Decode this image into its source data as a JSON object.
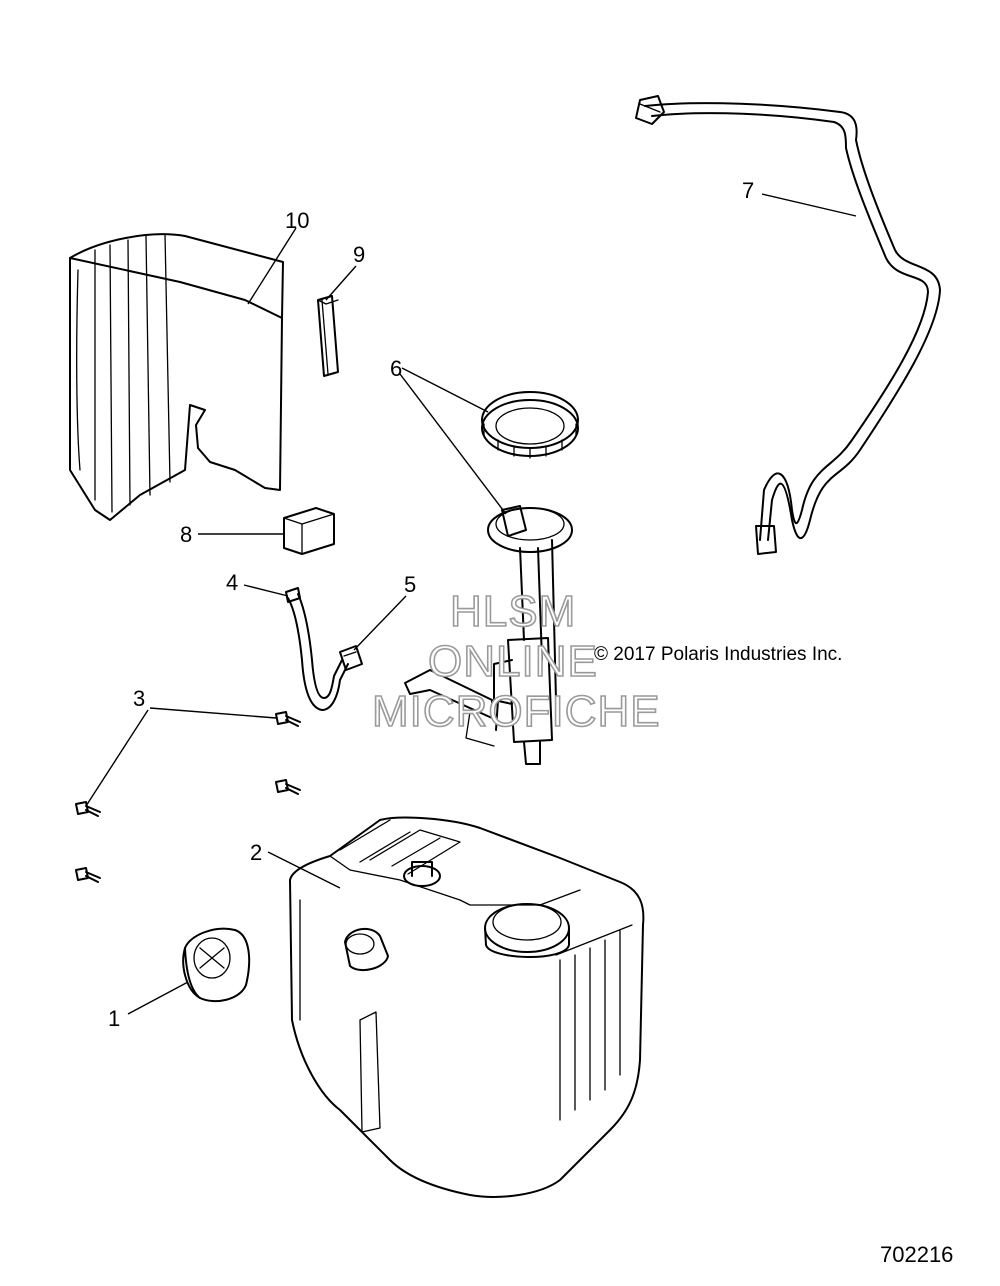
{
  "callouts": [
    {
      "id": "1",
      "label": "1"
    },
    {
      "id": "2",
      "label": "2"
    },
    {
      "id": "3",
      "label": "3"
    },
    {
      "id": "4",
      "label": "4"
    },
    {
      "id": "5",
      "label": "5"
    },
    {
      "id": "6",
      "label": "6"
    },
    {
      "id": "7",
      "label": "7"
    },
    {
      "id": "8",
      "label": "8"
    },
    {
      "id": "9",
      "label": "9"
    },
    {
      "id": "10",
      "label": "10"
    }
  ],
  "watermark": {
    "line1": "HLSM",
    "line2": "ONLINE",
    "line3": "MICROFICHE"
  },
  "copyright": "© 2017 Polaris Industries Inc.",
  "figure_number": "702216"
}
